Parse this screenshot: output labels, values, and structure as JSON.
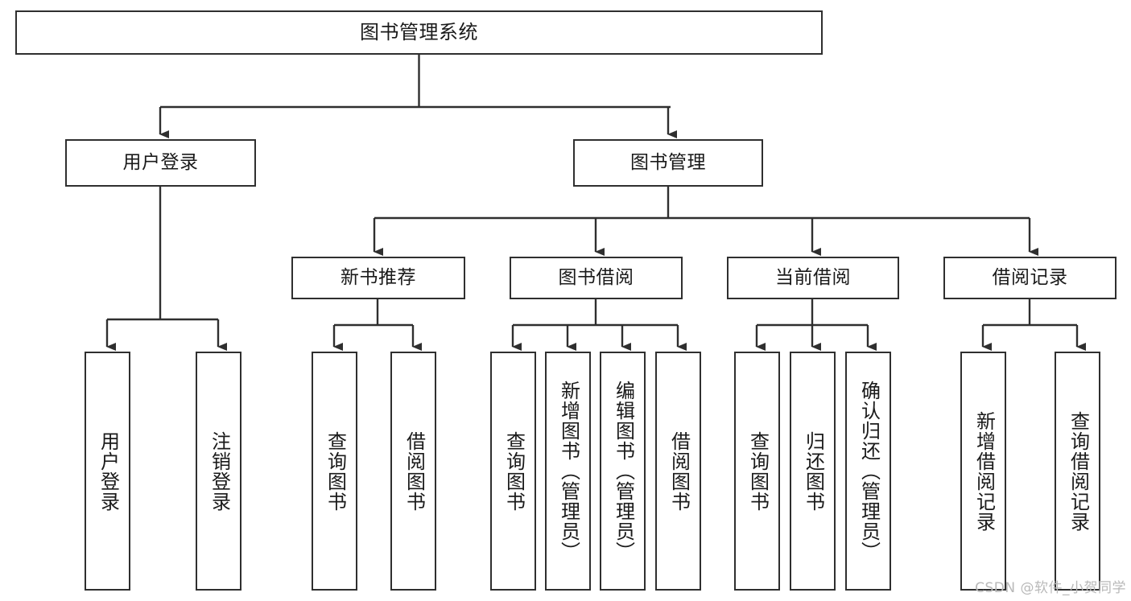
{
  "diagram": {
    "title": "图书管理系统",
    "type": "hierarchy-tree",
    "levels": 4,
    "colors": {
      "background": "#ffffff",
      "node_border": "#2f2f2f",
      "node_fill": "#ffffff",
      "edge": "#2f2f2f",
      "text": "#1a1a1a",
      "watermark": "#b9b9b9"
    }
  },
  "nodes": {
    "root": {
      "label": "图书管理系统"
    },
    "level2": [
      {
        "id": "user-login",
        "label": "用户登录"
      },
      {
        "id": "book-manage",
        "label": "图书管理"
      }
    ],
    "level3": [
      {
        "id": "new-book-recommend",
        "label": "新书推荐"
      },
      {
        "id": "book-borrow",
        "label": "图书借阅"
      },
      {
        "id": "current-borrow",
        "label": "当前借阅"
      },
      {
        "id": "borrow-record",
        "label": "借阅记录"
      }
    ],
    "leaves": {
      "user_login": [
        {
          "id": "leaf-user-login",
          "label": "用户登录"
        },
        {
          "id": "leaf-logout-login",
          "label": "注销登录"
        }
      ],
      "new_book_recommend": [
        {
          "id": "leaf-query-book-1",
          "label": "查询图书"
        },
        {
          "id": "leaf-borrow-book-1",
          "label": "借阅图书"
        }
      ],
      "book_borrow": [
        {
          "id": "leaf-query-book-2",
          "label": "查询图书"
        },
        {
          "id": "leaf-add-book",
          "label": "新增图书（管理员）"
        },
        {
          "id": "leaf-edit-book",
          "label": "编辑图书（管理员）"
        },
        {
          "id": "leaf-borrow-book-2",
          "label": "借阅图书"
        }
      ],
      "current_borrow": [
        {
          "id": "leaf-query-book-3",
          "label": "查询图书"
        },
        {
          "id": "leaf-return-book",
          "label": "归还图书"
        },
        {
          "id": "leaf-confirm-return",
          "label": "确认归还（管理员）"
        }
      ],
      "borrow_record": [
        {
          "id": "leaf-add-record",
          "label": "新增借阅记录"
        },
        {
          "id": "leaf-query-record",
          "label": "查询借阅记录"
        }
      ]
    }
  },
  "watermark": {
    "text": "CSDN @软件_小贺同学"
  }
}
